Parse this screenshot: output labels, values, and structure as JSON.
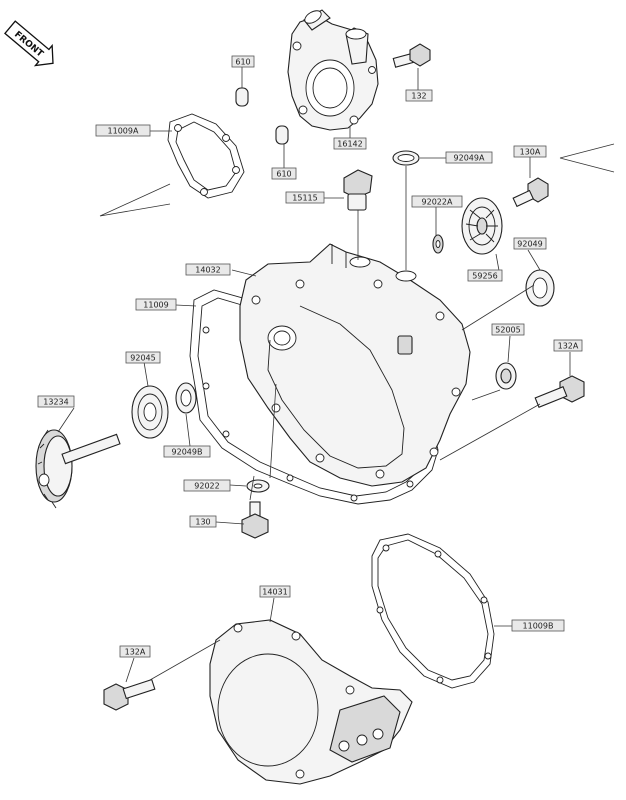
{
  "front_badge": "FRONT",
  "parts": [
    {
      "id": "p610a",
      "label": "610"
    },
    {
      "id": "p132",
      "label": "132"
    },
    {
      "id": "p11009a",
      "label": "11009A"
    },
    {
      "id": "p16142",
      "label": "16142"
    },
    {
      "id": "p610b",
      "label": "610"
    },
    {
      "id": "p92049a",
      "label": "92049A"
    },
    {
      "id": "p130a",
      "label": "130A"
    },
    {
      "id": "p15115",
      "label": "15115"
    },
    {
      "id": "p92022a",
      "label": "92022A"
    },
    {
      "id": "p92049",
      "label": "92049"
    },
    {
      "id": "p14032",
      "label": "14032"
    },
    {
      "id": "p59256",
      "label": "59256"
    },
    {
      "id": "p11009",
      "label": "11009"
    },
    {
      "id": "p52005",
      "label": "52005"
    },
    {
      "id": "p132a_top",
      "label": "132A"
    },
    {
      "id": "p92045",
      "label": "92045"
    },
    {
      "id": "p13234",
      "label": "13234"
    },
    {
      "id": "p92049b",
      "label": "92049B"
    },
    {
      "id": "p92022",
      "label": "92022"
    },
    {
      "id": "p130",
      "label": "130"
    },
    {
      "id": "p14031",
      "label": "14031"
    },
    {
      "id": "p11009b",
      "label": "11009B"
    },
    {
      "id": "p132a_bottom",
      "label": "132A"
    }
  ]
}
